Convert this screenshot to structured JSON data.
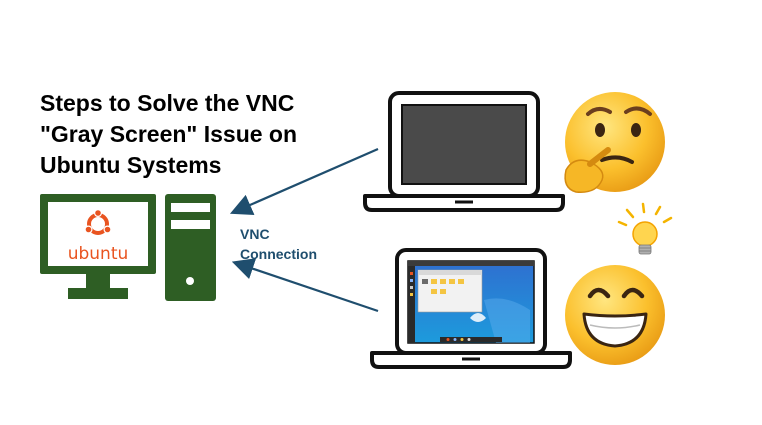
{
  "title_lines": [
    "Steps to Solve the VNC",
    "\"Gray Screen\" Issue on",
    "Ubuntu Systems"
  ],
  "vnc_label_lines": [
    "VNC",
    "Connection"
  ],
  "ubuntu_logo_text": "ubuntu",
  "colors": {
    "desktop_green": "#2e5e24",
    "ubuntu_orange": "#e95420",
    "arrow_blue": "#1f4e6e",
    "gray_screen": "#4a4a4a",
    "emoji_yellow": "#fbc02d"
  },
  "icons": [
    "desktop-computer-icon",
    "tower-case-icon",
    "ubuntu-logo-icon",
    "laptop-gray-screen-icon",
    "laptop-working-desktop-icon",
    "thinking-face-icon",
    "grinning-face-icon",
    "lightbulb-icon"
  ]
}
